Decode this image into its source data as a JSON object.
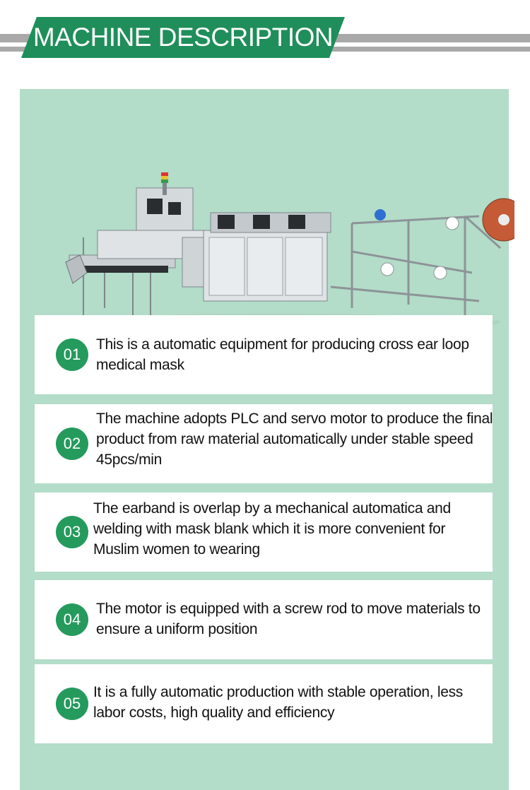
{
  "header": {
    "title": "MACHINE DESCRIPTION"
  },
  "colors": {
    "brand_green": "#1f8e5a",
    "panel_bg": "#b3dcc9",
    "badge_green": "#259a5d",
    "stripe_gray": "#a9a9a9"
  },
  "items": [
    {
      "num": "01",
      "text": "This is a automatic equipment for producing cross ear loop medical mask"
    },
    {
      "num": "02",
      "text": "The machine adopts PLC and servo motor to produce the final product from raw material automatically under stable speed 45pcs/min"
    },
    {
      "num": "03",
      "text": "The earband is overlap by a mechanical automatica and welding with mask blank which it is more convenient for Muslim women to wearing"
    },
    {
      "num": "04",
      "text": "The motor is equipped with a screw rod to move materials to ensure a uniform position"
    },
    {
      "num": "05",
      "text": "It is a fully automatic production with stable operation, less labor costs, high quality and efficiency"
    }
  ]
}
